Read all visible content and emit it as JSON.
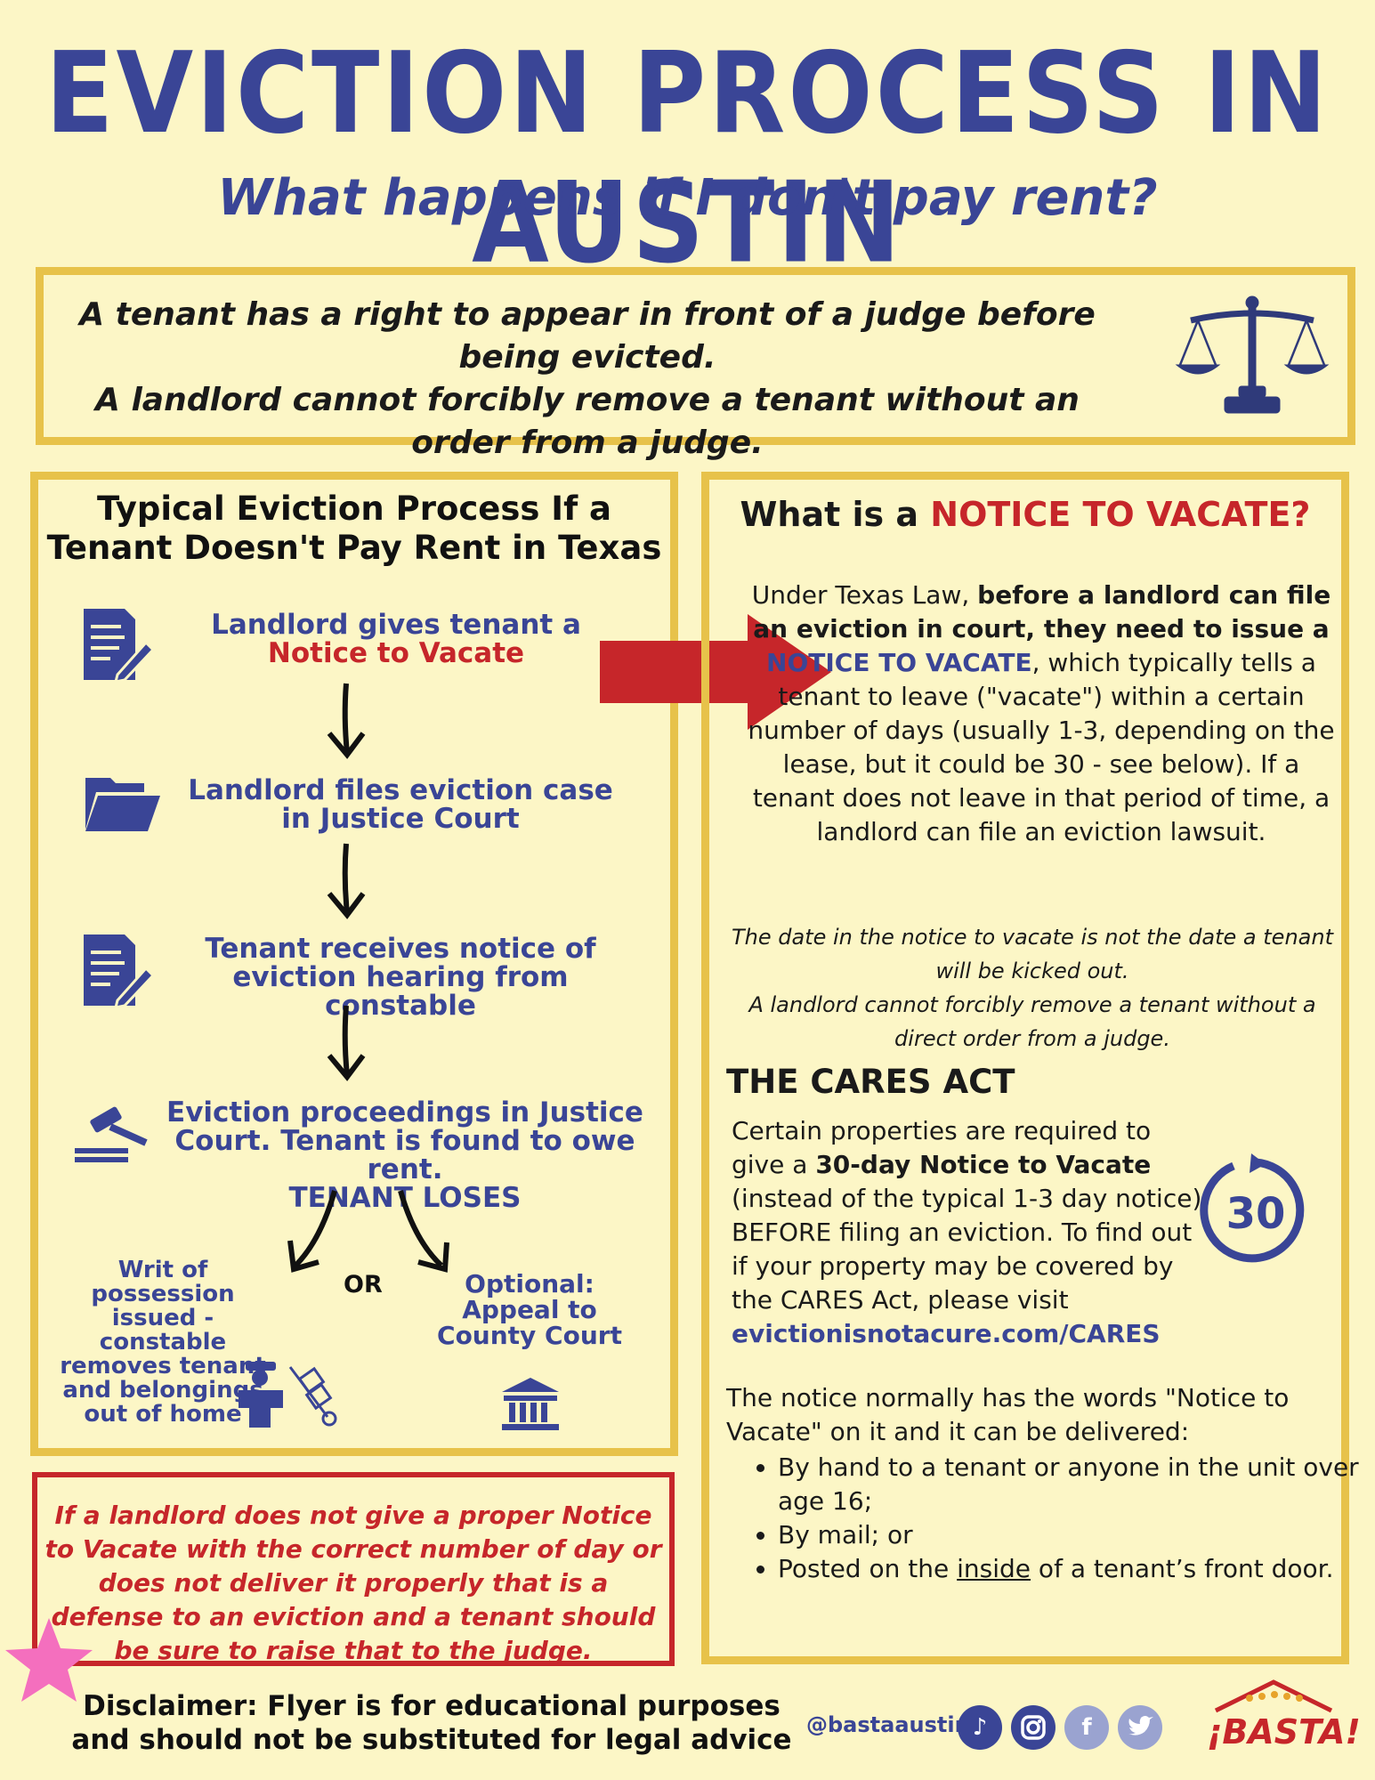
{
  "title": "EVICTION PROCESS IN AUSTIN",
  "subtitle": "What happens if I don't pay rent?",
  "intro": {
    "line1": "A tenant has a right to appear in front of a judge before being evicted.",
    "line2": "A landlord cannot forcibly remove a tenant without an order from a judge."
  },
  "process": {
    "heading": "Typical Eviction Process If a Tenant Doesn't Pay Rent in Texas",
    "step1_a": "Landlord gives tenant a",
    "step1_b": "Notice to Vacate",
    "step2": "Landlord files eviction case in Justice Court",
    "step3": "Tenant receives notice of eviction hearing from constable",
    "step4_a": "Eviction proceedings in Justice Court. Tenant is found to owe rent.",
    "step4_b": "TENANT LOSES",
    "outcome_left": "Writ of possession issued - constable removes tenant and belongings out of home",
    "or": "OR",
    "outcome_right": "Optional: Appeal to County Court"
  },
  "notice": {
    "heading_a": "What is a ",
    "heading_b": "NOTICE TO VACATE?",
    "body_1": "Under Texas Law, ",
    "body_2": "before a landlord can file an eviction in court, they need to issue a ",
    "body_3": "NOTICE TO VACATE",
    "body_4": ", which typically tells a tenant to leave (\"vacate\") within a certain number of days (usually 1-3, depending on the lease, but it could be 30 - see below). If a tenant does not leave in that period of time, a landlord can file an eviction lawsuit.",
    "italic_1": "The date in the notice to vacate is not the date a tenant will be kicked out.",
    "italic_2": "A landlord cannot forcibly remove a tenant without a direct order from a judge."
  },
  "cares": {
    "heading": "THE CARES ACT",
    "body_1": "Certain properties are required to give a ",
    "body_2": "30-day Notice to Vacate",
    "body_3": " (instead of the typical 1-3 day notice) BEFORE filing an eviction. To find out if your property may be covered by the CARES Act, please visit ",
    "link": "evictionisnotacure.com/CARES",
    "badge": "30"
  },
  "delivery": {
    "intro": "The notice normally has the words \"Notice to Vacate\" on it and it can be delivered:",
    "item1": "By hand to a tenant or anyone in the unit over age 16;",
    "item2": "By mail; or",
    "item3_a": "Posted on the ",
    "item3_b": "inside",
    "item3_c": " of a tenant’s front door."
  },
  "defense": "If a landlord does not give a proper Notice to Vacate with the correct number of day or does not deliver it properly that is a defense to an eviction and a tenant should be sure to raise that to the judge.",
  "footer": {
    "disclaimer": "Disclaimer: Flyer is for educational purposes and should not be substituted for legal advice",
    "handle": "@bastaaustin",
    "logo": "¡BASTA!"
  },
  "colors": {
    "accent_blue": "#3a4596",
    "accent_red": "#c6262a",
    "border_gold": "#e7c24a",
    "background": "#fcf6c6"
  },
  "icons": [
    "scales-of-justice-icon",
    "document-pen-icon",
    "folder-icon",
    "gavel-icon",
    "constable-dolly-icon",
    "courthouse-icon",
    "timer-30-icon",
    "tiktok-icon",
    "instagram-icon",
    "facebook-icon",
    "twitter-icon",
    "star-icon"
  ]
}
